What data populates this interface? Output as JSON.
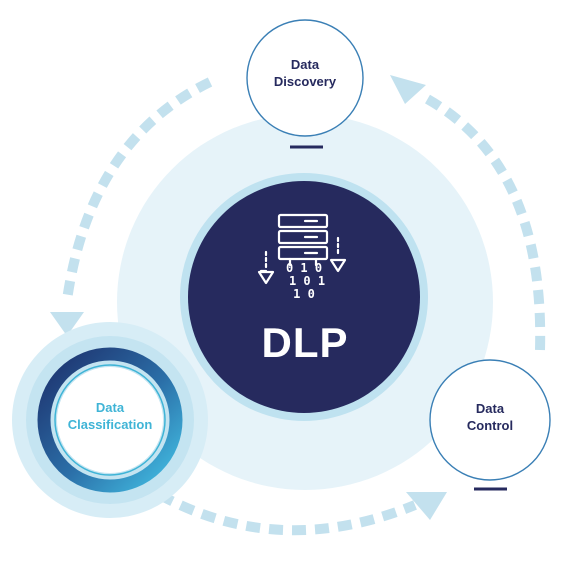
{
  "center": {
    "title": "DLP",
    "icon": "server-binary-icon",
    "binary_rows": [
      "0 1 0",
      "1 0 1",
      "1 0"
    ]
  },
  "nodes": {
    "discovery": {
      "line1": "Data",
      "line2": "Discovery"
    },
    "control": {
      "line1": "Data",
      "line2": "Control"
    },
    "classification": {
      "line1": "Data",
      "line2": "Classification"
    }
  },
  "colors": {
    "navy": "#262a5e",
    "accent": "#3fb4d6",
    "halo": "#e6f3f9",
    "dashed_arrow": "#c3e1ee"
  }
}
